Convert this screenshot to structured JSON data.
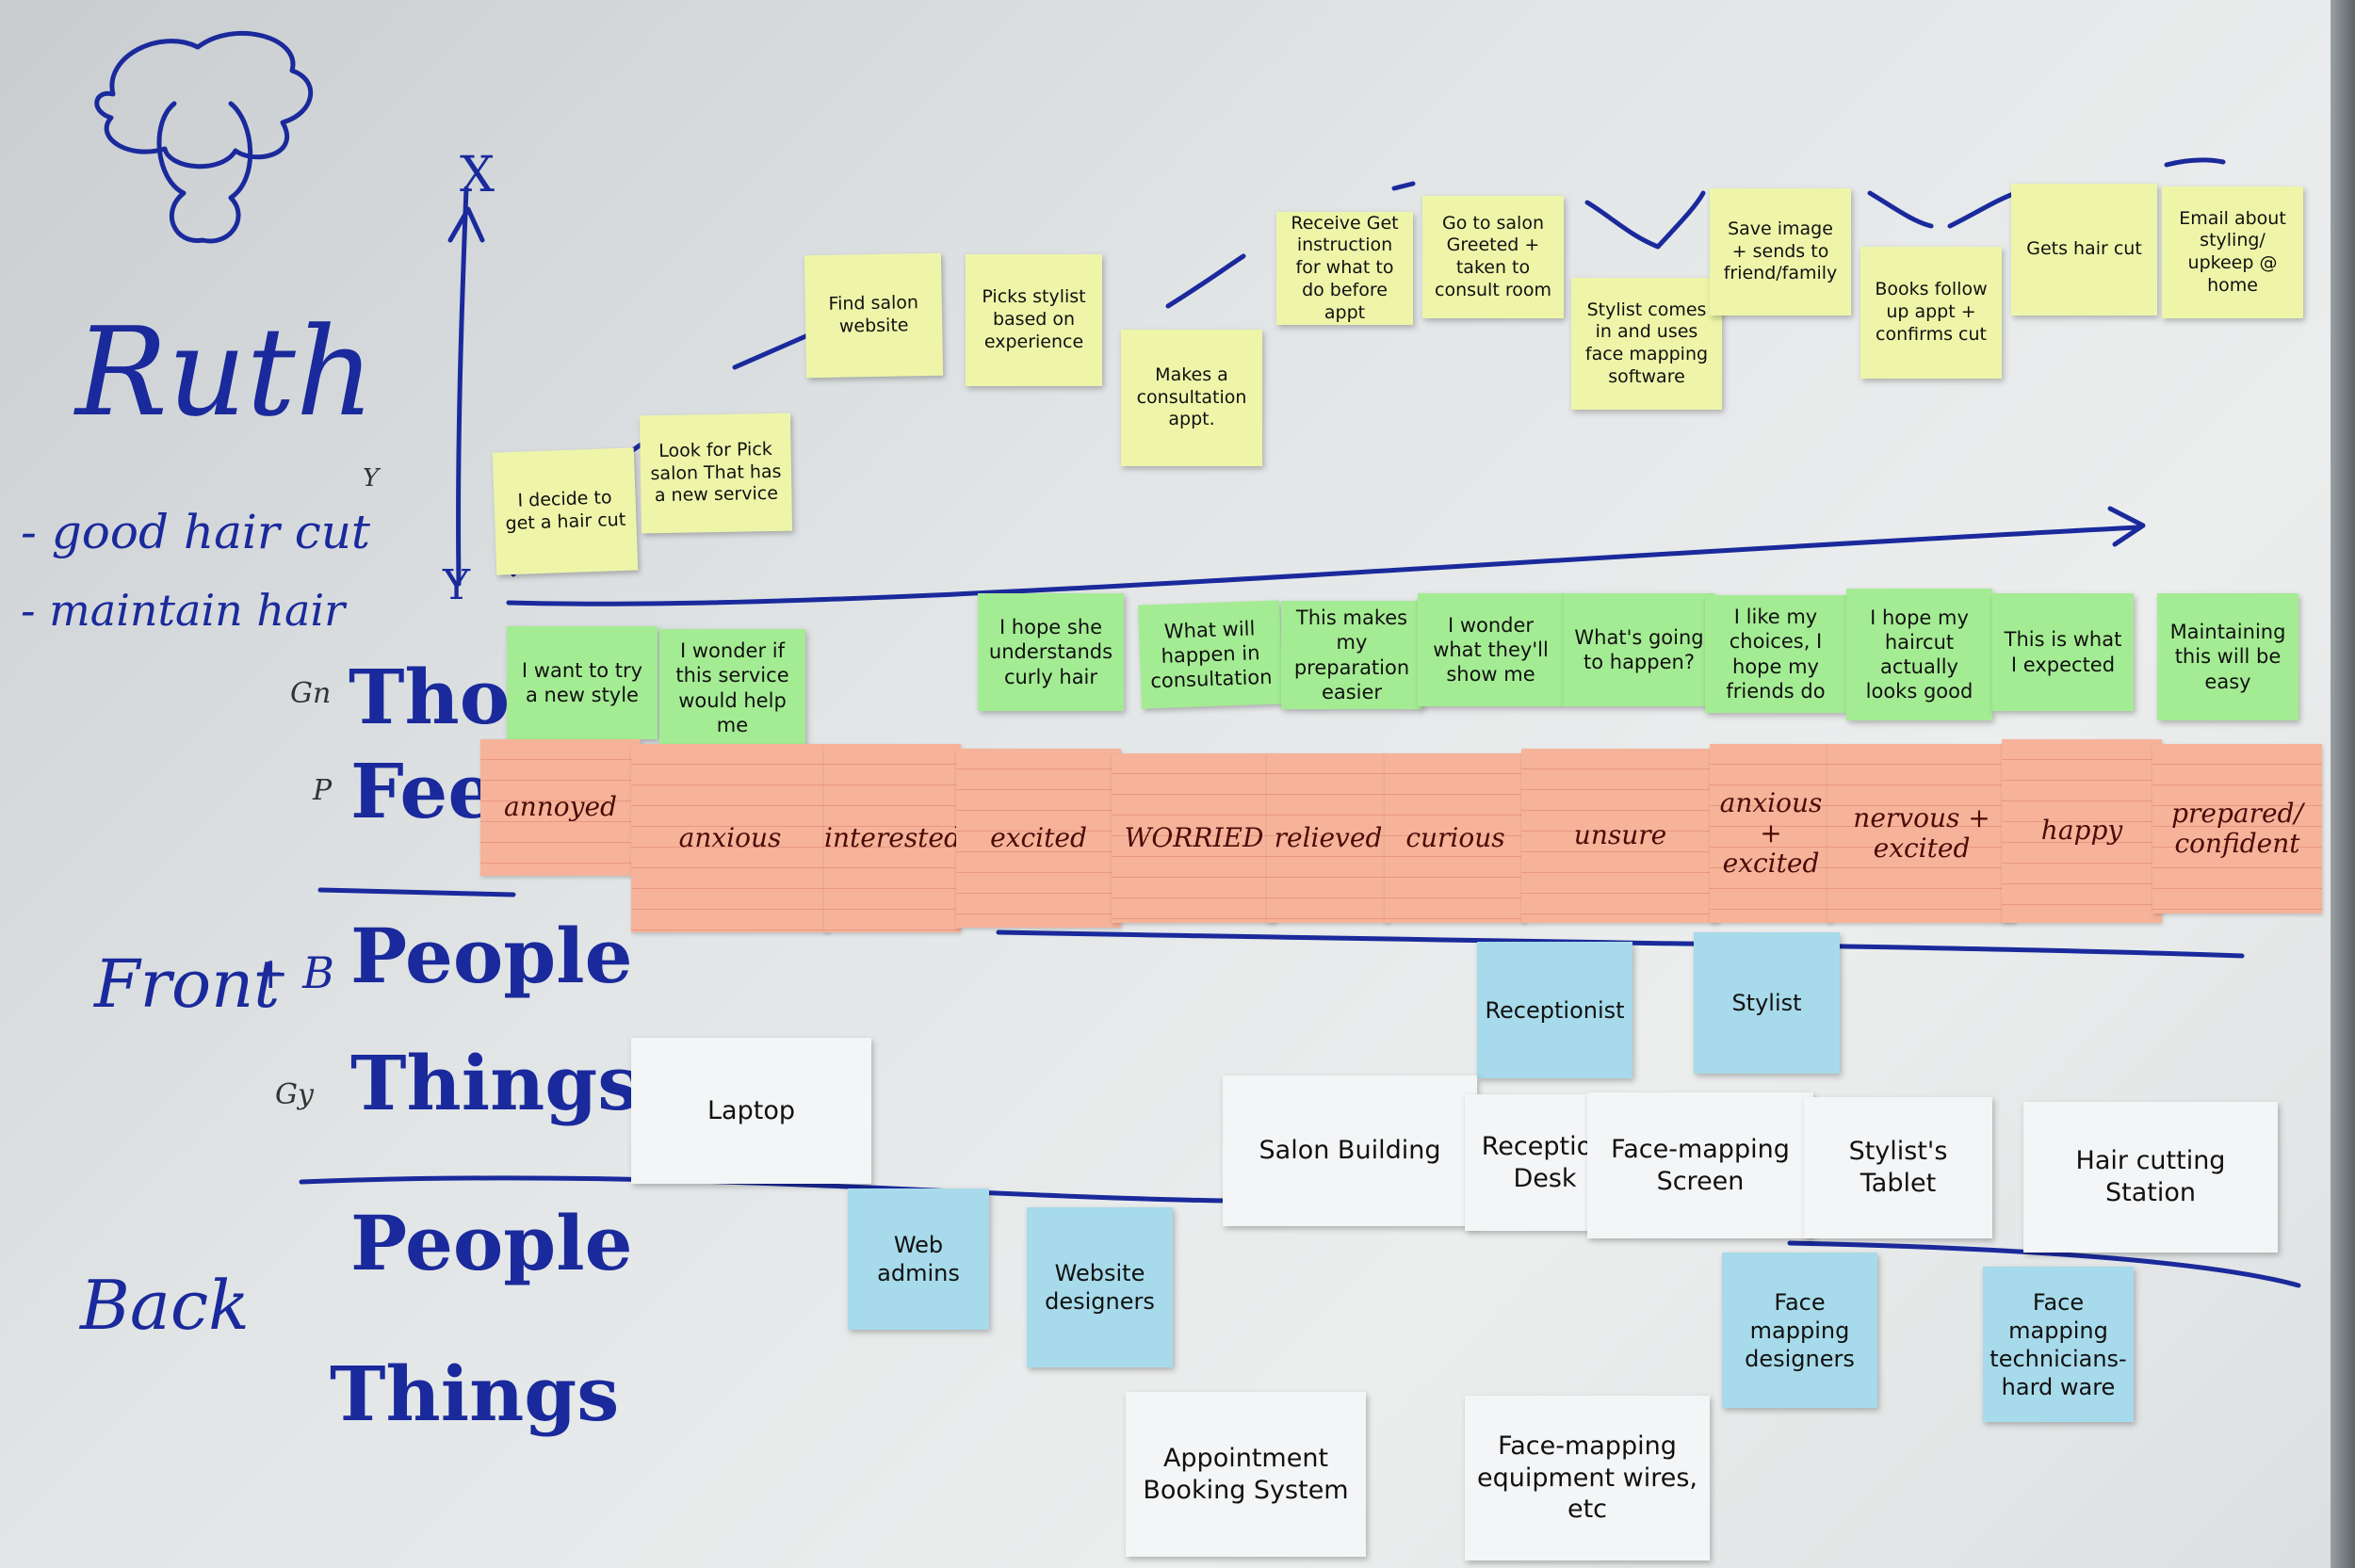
{
  "persona": {
    "name": "Ruth",
    "goals": [
      "- good hair cut",
      "- maintain hair"
    ]
  },
  "y_axis": {
    "top_label": "X",
    "bottom_label": "Y",
    "side_mark": "Y"
  },
  "lanes": {
    "thoughts": {
      "prefix": "Gn",
      "label": "Thoug"
    },
    "feelings": {
      "prefix": "P",
      "label": "Feel"
    },
    "front": {
      "label": "Front",
      "people_prefix": "+ B",
      "people": "People",
      "things_prefix": "Gy",
      "things": "Things"
    },
    "back": {
      "label": "Back",
      "people": "People",
      "things": "Things"
    }
  },
  "actions": [
    "I decide to get a hair cut",
    "Look for Pick salon That has a new service",
    "Find salon website",
    "Picks stylist based on experience",
    "Makes a consultation appt.",
    "Receive Get instruction for what to do before appt",
    "Go to salon Greeted + taken to consult room",
    "Stylist comes in and uses face mapping software",
    "Save image + sends to friend/family",
    "Books follow up appt + confirms cut",
    "Gets hair cut",
    "Email about styling/ upkeep @ home"
  ],
  "thoughts": [
    "I want to try a new style",
    "I wonder if this service would help me",
    "I hope she understands curly hair",
    "What will happen in consultation",
    "This makes my preparation easier",
    "I wonder what they'll show me",
    "What's going to happen?",
    "I like my choices, I hope my friends do",
    "I hope my haircut actually looks good",
    "This is what I expected",
    "Maintaining this will be easy"
  ],
  "feelings": [
    "annoyed",
    "anxious",
    "interested",
    "excited",
    "WORRIED",
    "relieved",
    "curious",
    "unsure",
    "anxious + excited",
    "nervous + excited",
    "happy",
    "prepared/ confident"
  ],
  "front_people": [
    "Receptionist",
    "Stylist"
  ],
  "front_things": [
    "Laptop",
    "Salon Building",
    "Reception Desk",
    "Face-mapping Screen",
    "Stylist's Tablet",
    "Hair cutting Station"
  ],
  "back_people": [
    "Web admins",
    "Website designers",
    "Face mapping designers",
    "Face mapping technicians- hard ware"
  ],
  "back_things": [
    "Appointment Booking System",
    "Face-mapping equipment wires, etc"
  ],
  "colors": {
    "ink": "#1a2a9c",
    "action_note": "#eef5a9",
    "thought_note": "#a4ec93",
    "feeling_card": "#f6b39a",
    "people_note": "#a7daea",
    "thing_card": "#f4f5f6"
  }
}
